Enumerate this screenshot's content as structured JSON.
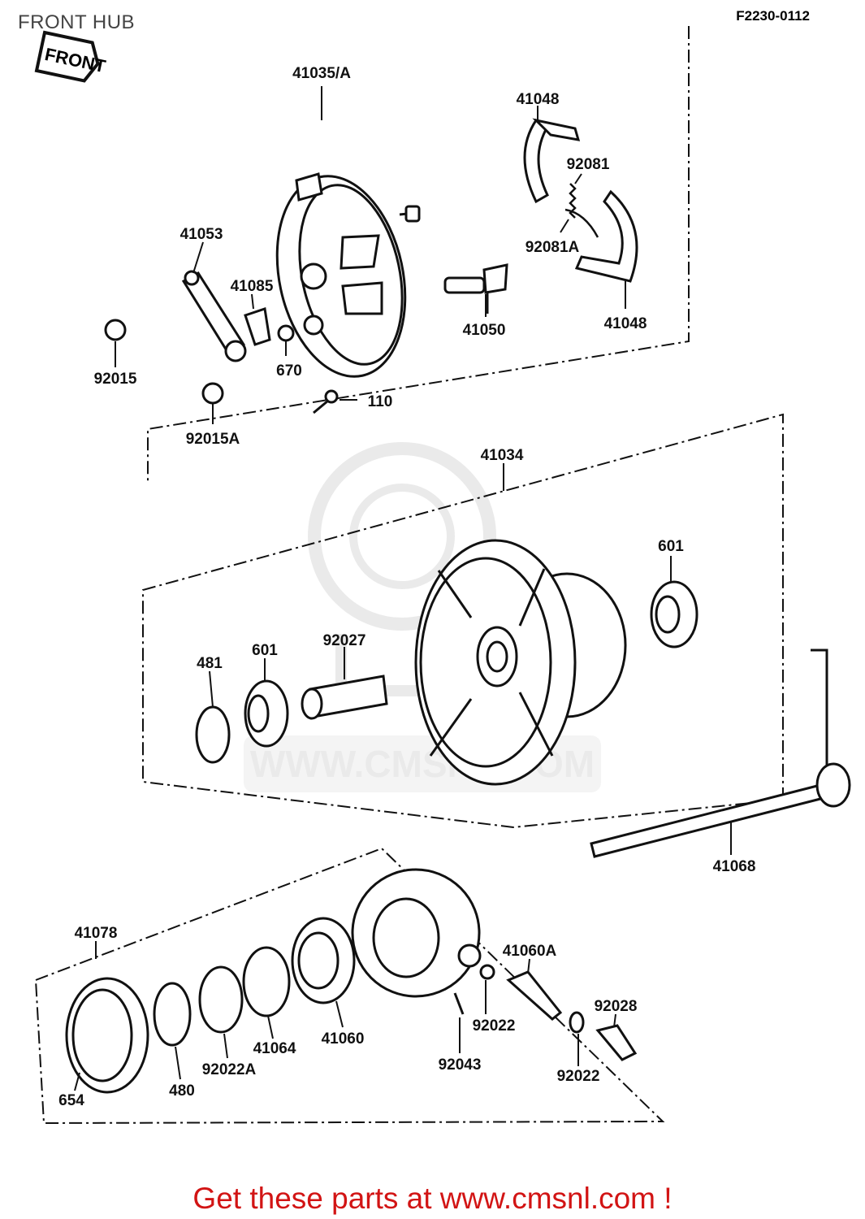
{
  "page": {
    "title": "FRONT HUB",
    "ref_code": "F2230-0112",
    "cta": "Get these parts at www.cmsnl.com !",
    "front_label": "FRONT",
    "watermark": "WWW.CMSNL.COM"
  },
  "parts": [
    {
      "id": "41035-A",
      "label": "41035/A"
    },
    {
      "id": "41048-top",
      "label": "41048"
    },
    {
      "id": "92081",
      "label": "92081"
    },
    {
      "id": "92081A",
      "label": "92081A"
    },
    {
      "id": "41048-bottom",
      "label": "41048"
    },
    {
      "id": "41053",
      "label": "41053"
    },
    {
      "id": "41085",
      "label": "41085"
    },
    {
      "id": "670",
      "label": "670"
    },
    {
      "id": "41050",
      "label": "41050"
    },
    {
      "id": "92015",
      "label": "92015"
    },
    {
      "id": "92015A",
      "label": "92015A"
    },
    {
      "id": "110",
      "label": "110"
    },
    {
      "id": "41034",
      "label": "41034"
    },
    {
      "id": "601-right",
      "label": "601"
    },
    {
      "id": "481",
      "label": "481"
    },
    {
      "id": "601-left",
      "label": "601"
    },
    {
      "id": "92027",
      "label": "92027"
    },
    {
      "id": "41068",
      "label": "41068"
    },
    {
      "id": "41078",
      "label": "41078"
    },
    {
      "id": "41060A",
      "label": "41060A"
    },
    {
      "id": "92028",
      "label": "92028"
    },
    {
      "id": "92022-mid",
      "label": "92022"
    },
    {
      "id": "92043",
      "label": "92043"
    },
    {
      "id": "92022-low",
      "label": "92022"
    },
    {
      "id": "41060",
      "label": "41060"
    },
    {
      "id": "41064",
      "label": "41064"
    },
    {
      "id": "92022A",
      "label": "92022A"
    },
    {
      "id": "480",
      "label": "480"
    },
    {
      "id": "654",
      "label": "654"
    }
  ]
}
